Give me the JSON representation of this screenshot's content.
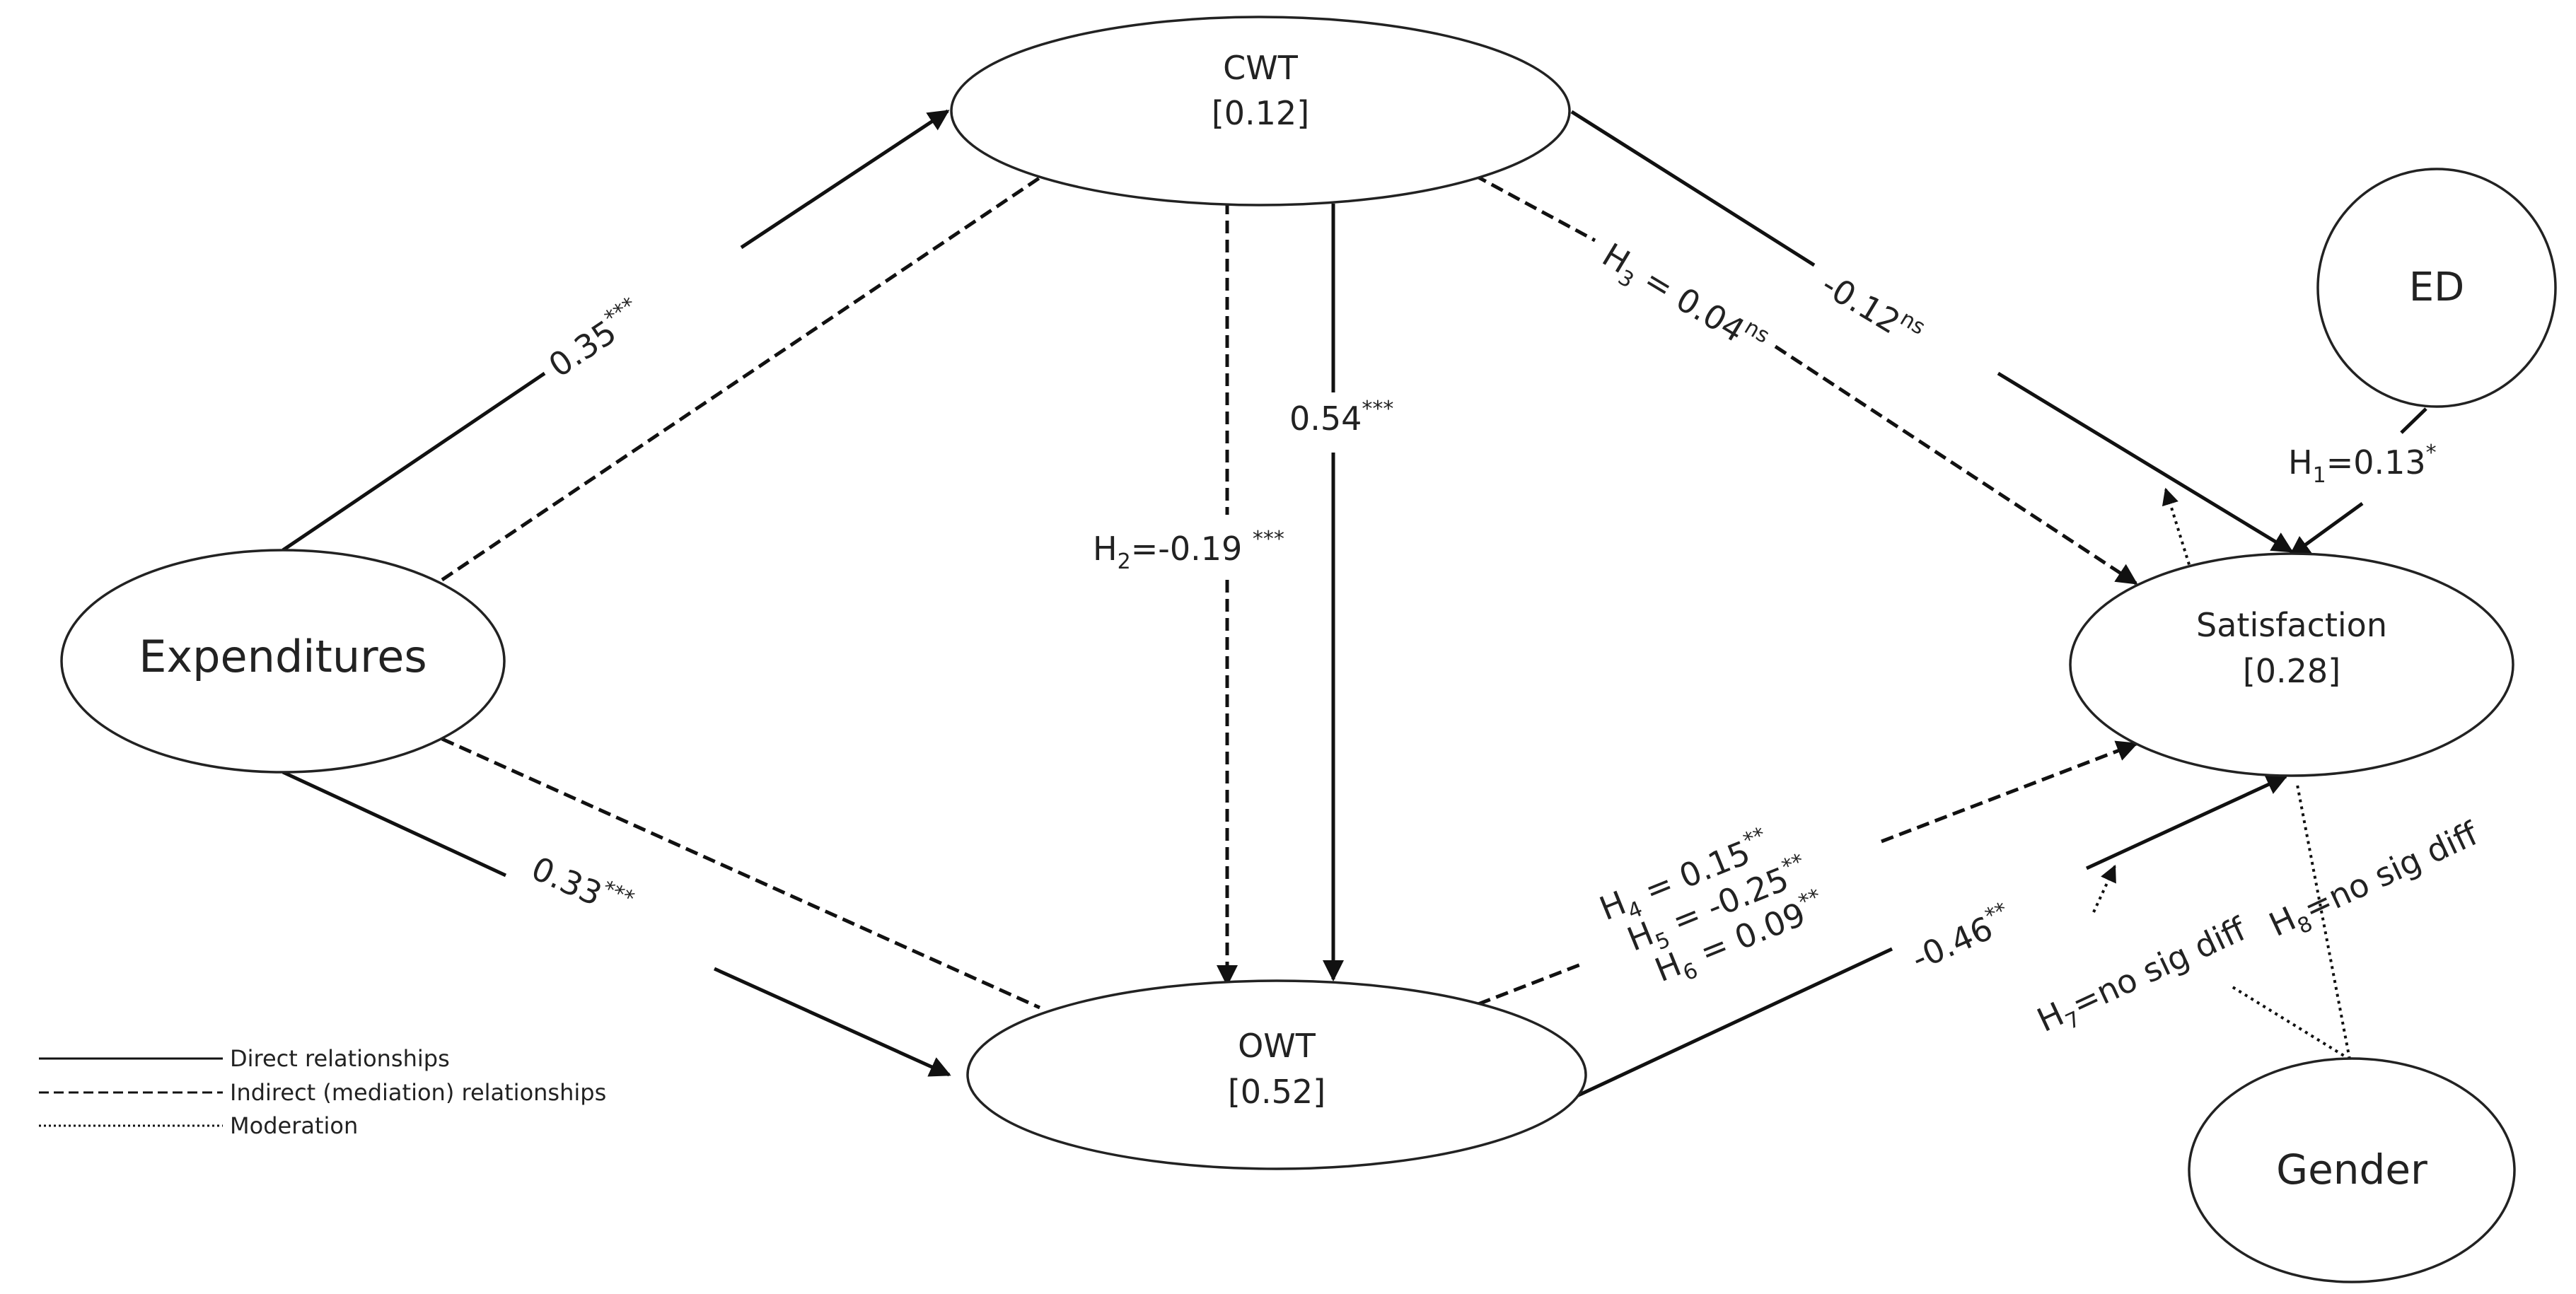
{
  "nodes": {
    "cwt": {
      "name": "CWT",
      "value": "[0.12]"
    },
    "expenditures": {
      "name": "Expenditures"
    },
    "owt": {
      "name": "OWT",
      "value": "[0.52]"
    },
    "satisfaction": {
      "name": "Satisfaction",
      "value": "[0.28]"
    },
    "ed": {
      "name": "ED"
    },
    "gender": {
      "name": "Gender"
    }
  },
  "paths": {
    "exp_cwt": {
      "value": "0.35",
      "sig": "***"
    },
    "exp_owt": {
      "value": "0.33",
      "sig": "***"
    },
    "cwt_owt": {
      "value": "0.54",
      "sig": "***"
    },
    "cwt_sat": {
      "value": "-0.12",
      "sig": "ns"
    },
    "owt_sat": {
      "value": "-0.46",
      "sig": "**"
    },
    "h1": {
      "h": "H",
      "sub": "1",
      "rest": "=0.13",
      "sig": "*"
    },
    "h2": {
      "h": "H",
      "sub": "2",
      "rest": "=-0.19 ",
      "sig": "***"
    },
    "h3": {
      "h": "H",
      "sub": "3",
      "rest": " = 0.04",
      "sig": "ns"
    },
    "h4": {
      "h": "H",
      "sub": "4",
      "rest": " = 0.15",
      "sig": "**"
    },
    "h5": {
      "h": "H",
      "sub": "5",
      "rest": " = -0.25",
      "sig": "**"
    },
    "h6": {
      "h": "H",
      "sub": "6",
      "rest": " = 0.09",
      "sig": "**"
    },
    "h7": {
      "h": "H",
      "sub": "7",
      "rest": "=no sig diff"
    },
    "h8": {
      "h": "H",
      "sub": "8",
      "rest": "=no sig diff"
    }
  },
  "legend": {
    "direct": "Direct relationships",
    "indirect": "Indirect (mediation) relationships",
    "moderation": "Moderation"
  }
}
